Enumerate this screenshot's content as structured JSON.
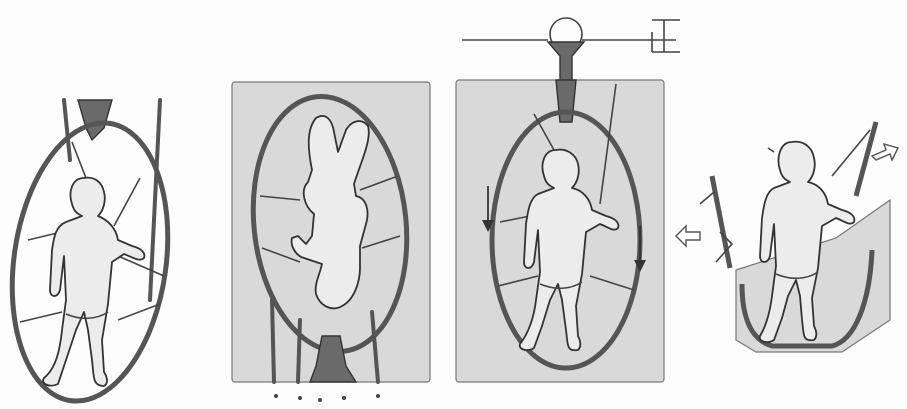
{
  "figure": {
    "panels": [
      {
        "id": "panel-1",
        "icon": "cage-with-funnel-top"
      },
      {
        "id": "panel-2",
        "icon": "inverted-mold-pour"
      },
      {
        "id": "panel-3",
        "icon": "mold-with-spindle"
      },
      {
        "id": "panel-4",
        "icon": "breaking-open-frame"
      }
    ],
    "colors": {
      "mold": "#d9d9d9",
      "frame": "#555555",
      "figure": "#ececec",
      "ink": "#333333"
    }
  }
}
